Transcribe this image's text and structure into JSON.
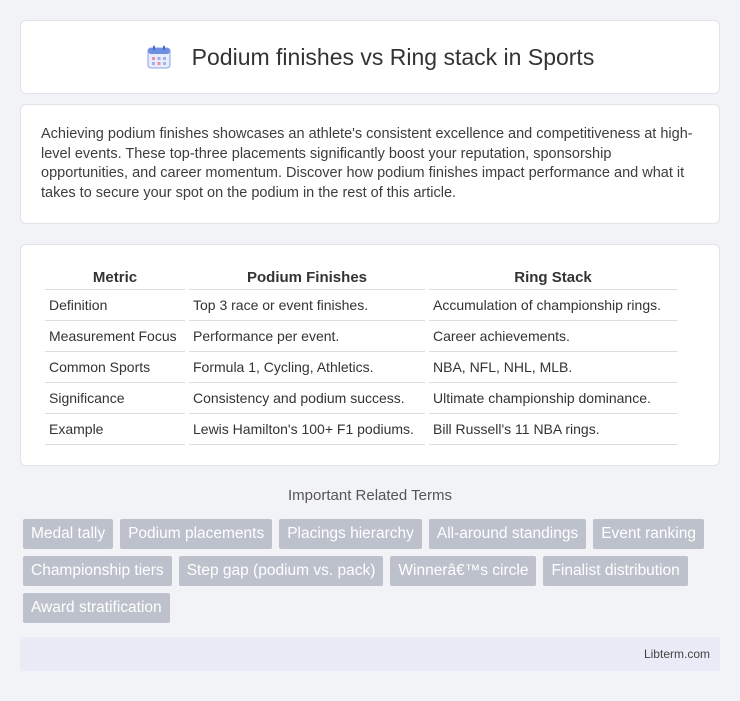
{
  "header": {
    "title": "Podium finishes vs Ring stack in Sports",
    "icon": "calendar-icon"
  },
  "intro": {
    "text": "Achieving podium finishes showcases an athlete's consistent excellence and competitiveness at high-level events. These top-three placements significantly boost your reputation, sponsorship opportunities, and career momentum. Discover how podium finishes impact performance and what it takes to secure your spot on the podium in the rest of this article."
  },
  "table": {
    "headers": [
      "Metric",
      "Podium Finishes",
      "Ring Stack"
    ],
    "rows": [
      [
        "Definition",
        "Top 3 race or event finishes.",
        "Accumulation of championship rings."
      ],
      [
        "Measurement Focus",
        "Performance per event.",
        "Career achievements."
      ],
      [
        "Common Sports",
        "Formula 1, Cycling, Athletics.",
        "NBA, NFL, NHL, MLB."
      ],
      [
        "Significance",
        "Consistency and podium success.",
        "Ultimate championship dominance."
      ],
      [
        "Example",
        "Lewis Hamilton's 100+ F1 podiums.",
        "Bill Russell's 11 NBA rings."
      ]
    ]
  },
  "related": {
    "title": "Important Related Terms",
    "tags": [
      "Medal tally",
      "Podium placements",
      "Placings hierarchy",
      "All-around standings",
      "Event ranking",
      "Championship tiers",
      "Step gap (podium vs. pack)",
      "Winnerâ€™s circle",
      "Finalist distribution",
      "Award stratification"
    ]
  },
  "footer": {
    "text": "Libterm.com"
  },
  "colors": {
    "tag_bg": "#bcc1cc",
    "footer_bg": "#e9ecf6",
    "icon_accent": "#6f8fe0"
  }
}
